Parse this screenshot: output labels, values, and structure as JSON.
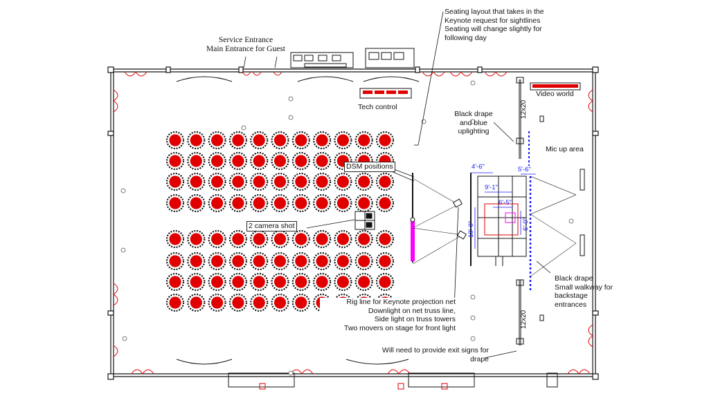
{
  "annotations": {
    "service_entrance": "Service Entrance",
    "main_entrance": "Main Entrance for Guest",
    "seating_note_1": "Seating layout that takes in the",
    "seating_note_2": "Keynote request for sightlines",
    "seating_note_3": "Seating will change slightly for",
    "seating_note_4": "following day",
    "video_world": "Video world",
    "tech_control": "Tech control",
    "black_drape_blue_1": "Black drape",
    "black_drape_blue_2": "and blue",
    "black_drape_blue_3": "uplighting",
    "truss_top": "12x20",
    "truss_bottom": "12x20",
    "mic_up": "Mic up area",
    "dsm": "DSM positions",
    "camera": "2 camera shot",
    "rig_1": "Rig line for Keynote projection net",
    "rig_2": "Downlight on net truss line,",
    "rig_3": "Side light on truss towers",
    "rig_4": "Two movers on stage for front light",
    "walkway_1": "Black drape",
    "walkway_2": "Small walkway for",
    "walkway_3": "backstage",
    "walkway_4": "entrances",
    "exit_1": "Will need to provide exit signs for",
    "exit_2": "drape"
  },
  "dimensions": {
    "d1": "4'-6\"",
    "d2": "5'-6\"",
    "d3": "9'-1\"",
    "d4": "6'-5\"",
    "d5": "18'-0\"",
    "d6": "6'-0\""
  },
  "seating": {
    "columns": 11,
    "rows_per_block": 4,
    "blocks": 2,
    "table_color": "#e00000"
  },
  "colors": {
    "walls": "#111111",
    "doors": "#e00000",
    "stage_accent": "#ff00ff",
    "dimension": "#1a1aff"
  }
}
